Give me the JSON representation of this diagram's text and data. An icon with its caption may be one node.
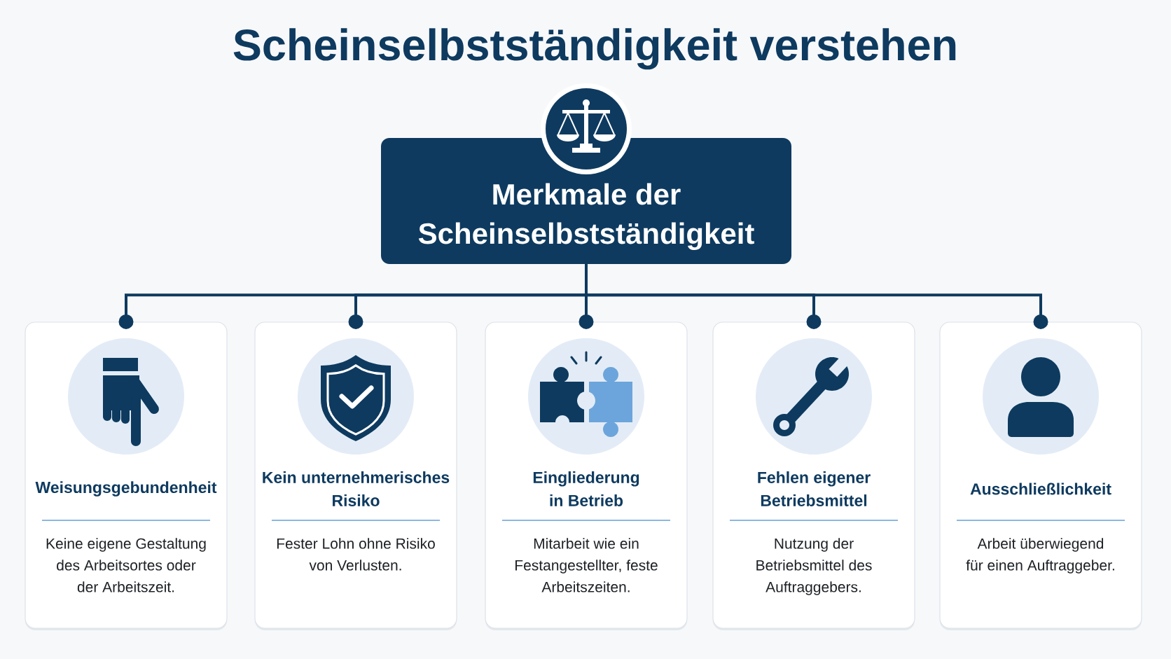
{
  "diagram": {
    "title": "Scheinselbstständigkeit verstehen",
    "nodes": [
      {
        "text": [
          "Merkmale der Scheinselbstständigkeit"
        ]
      },
      {
        "text": [
          "Weisungsgebundenheit",
          "Keine eigene Gestaltung des Arbeitsortes oder der Arbeitszeit."
        ]
      },
      {
        "text": [
          "Kein unternehmerisches Risiko",
          "Fester Lohn ohne Risiko von Verlusten."
        ]
      },
      {
        "text": [
          "Eingliederung in Betrieb",
          "Mitarbeit wie ein Festangestellter, feste Arbeitszeiten."
        ]
      },
      {
        "text": [
          "Fehlen eigener Betriebsmittel",
          "Nutzung der Betriebsmittel des Auftraggebers."
        ]
      },
      {
        "text": [
          "Ausschließlichkeit",
          "Arbeit überwiegend für einen Auftraggeber."
        ]
      }
    ],
    "edges": [
      {
        "from": 0,
        "to": 1,
        "arrow": "other"
      },
      {
        "from": 0,
        "to": 2,
        "arrow": "other"
      },
      {
        "from": 0,
        "to": 3,
        "arrow": "other"
      },
      {
        "from": 0,
        "to": 4,
        "arrow": "other"
      },
      {
        "from": 0,
        "to": 5,
        "arrow": "other"
      }
    ]
  }
}
